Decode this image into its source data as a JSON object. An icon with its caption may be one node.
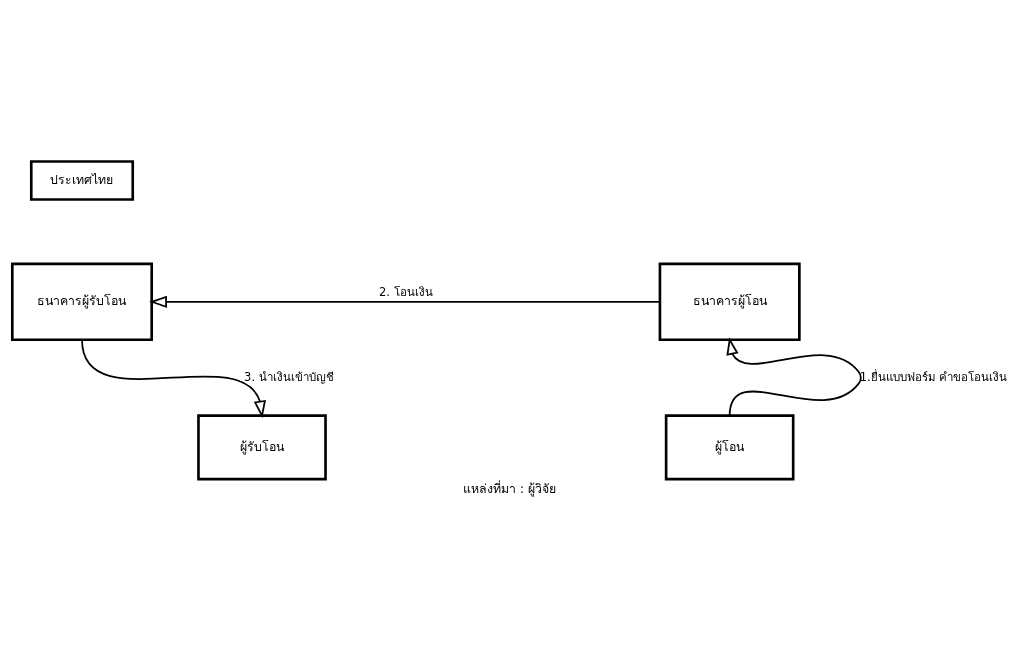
{
  "diagram": {
    "caption": "แหล่งที่มา : ผู้วิจัย",
    "nodes": [
      {
        "text": [
          "ประเทศไทย"
        ]
      },
      {
        "text": [
          "ธนาคารผู้รับโอน"
        ]
      },
      {
        "text": [
          "ธนาคารผู้โอน"
        ]
      },
      {
        "text": [
          "ผู้รับโอน"
        ]
      },
      {
        "text": [
          "ผู้โอน"
        ]
      }
    ],
    "edges": [
      {
        "from": 4,
        "to": 2,
        "arrow": "to",
        "label": "1.ยื่นแบบฟอร์ม คำขอโอนเงิน"
      },
      {
        "from": 2,
        "to": 1,
        "arrow": "to",
        "label": "2. โอนเงิน"
      },
      {
        "from": 1,
        "to": 3,
        "arrow": "to",
        "label": "3. นำเงินเข้าบัญชี"
      }
    ]
  }
}
